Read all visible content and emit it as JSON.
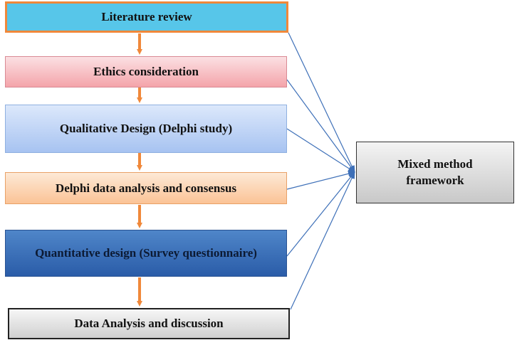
{
  "stages": [
    {
      "id": "literature",
      "label": "Literature review"
    },
    {
      "id": "ethics",
      "label": "Ethics consideration"
    },
    {
      "id": "qualitative",
      "label": "Qualitative Design (Delphi study)"
    },
    {
      "id": "delphi-analysis",
      "label": "Delphi data analysis and consensus"
    },
    {
      "id": "quantitative",
      "label": "Quantitative design (Survey questionnaire)"
    },
    {
      "id": "data-analysis",
      "label": "Data Analysis and discussion"
    }
  ],
  "target": {
    "label_line1": "Mixed method",
    "label_line2": "framework"
  },
  "colors": {
    "flow_arrow": "#f0883a",
    "connector_line": "#3e70b8",
    "literature_fill": "#57c6e9",
    "quantitative_fill": "#2a5ca8"
  }
}
